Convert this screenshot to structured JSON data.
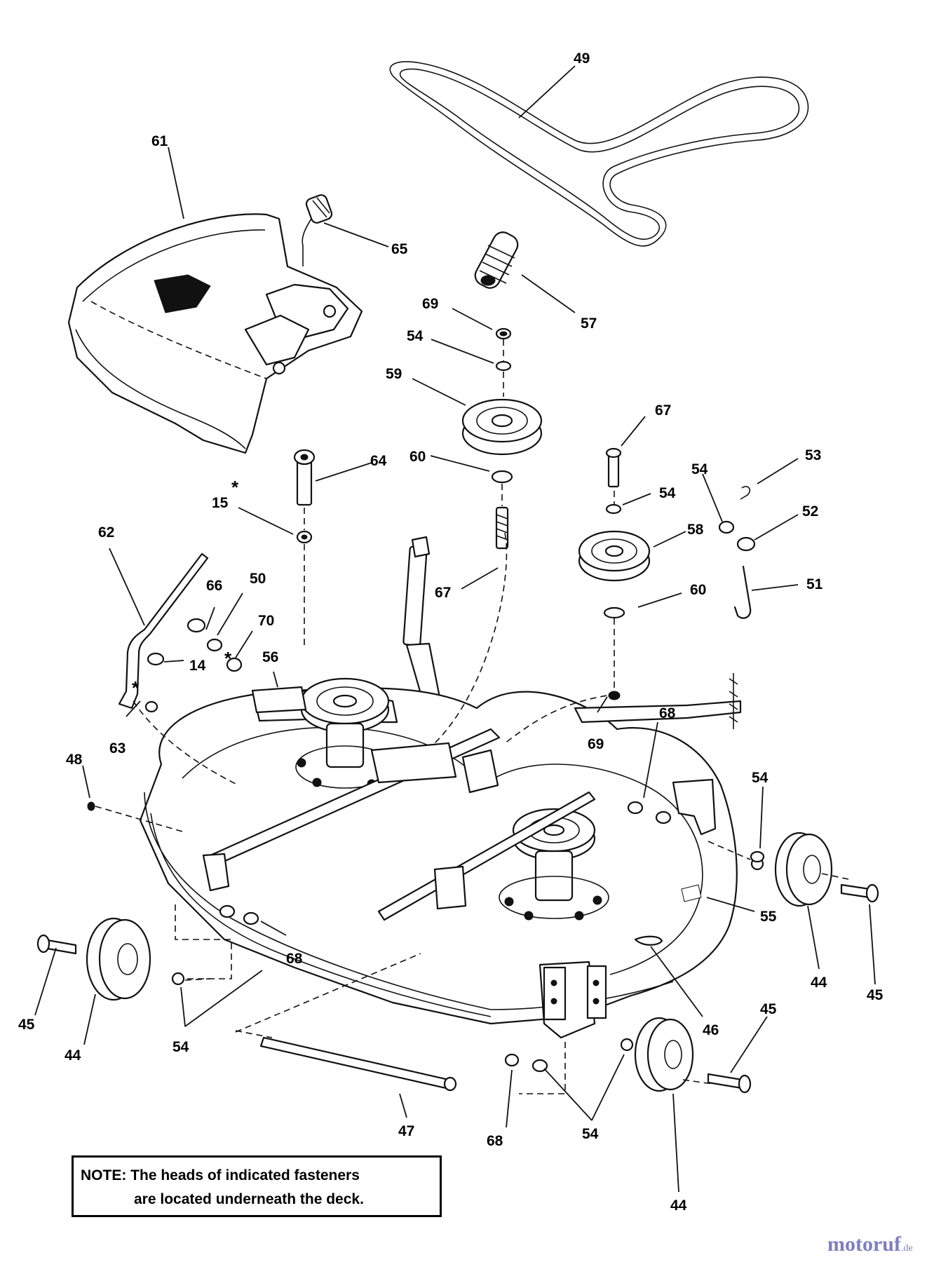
{
  "diagram": {
    "callouts": {
      "c49": "49",
      "c61": "61",
      "c65": "65",
      "c57": "57",
      "c69a": "69",
      "c54a": "54",
      "c59": "59",
      "c67a": "67",
      "c53": "53",
      "c54b": "54",
      "c54c": "54",
      "c52": "52",
      "c64": "64",
      "c60a": "60",
      "c15": "15",
      "c58": "58",
      "c62": "62",
      "c66": "66",
      "c50": "50",
      "c51": "51",
      "c67b": "67",
      "c60b": "60",
      "c70": "70",
      "c14": "14",
      "c56": "56",
      "c63": "63",
      "c69b": "69",
      "c68a": "68",
      "c48": "48",
      "c54d": "54",
      "c55": "55",
      "c68b": "68",
      "c45a": "45",
      "c44a": "44",
      "c54e": "54",
      "c44b": "44",
      "c45b": "45",
      "c46": "46",
      "c45c": "45",
      "c47": "47",
      "c68c": "68",
      "c54f": "54",
      "c44c": "44"
    },
    "note": {
      "line1": "NOTE: The heads of indicated fasteners",
      "line2": "are located underneath the deck."
    },
    "watermark": "motoruf",
    "watermark_suffix": ".de"
  }
}
